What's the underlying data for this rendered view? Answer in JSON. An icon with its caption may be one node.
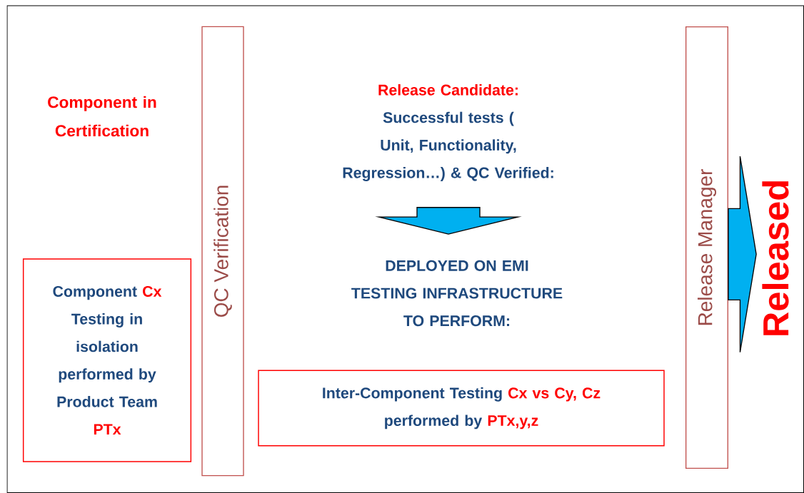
{
  "diagram": {
    "nodes": [
      {
        "text": [
          "Component",
          "Cx",
          "Testing in isolation performed by Product Team",
          "PTx"
        ]
      },
      {
        "text": [
          "QC Verification"
        ]
      },
      {
        "text": [
          "Release Candidate:",
          "Successful tests ( Unit, Functionality, Regression…) & QC Verified:"
        ]
      },
      {
        "text": [
          "DEPLOYED ON EMI TESTING INFRASTRUCTURE TO PERFORM:"
        ]
      },
      {
        "text": [
          "Inter-Component Testing",
          "Cx vs Cy, Cz",
          "performed by",
          "PTx,y,z"
        ]
      },
      {
        "text": [
          "Release Manager"
        ]
      },
      {
        "text": [
          "Released"
        ]
      }
    ],
    "edges": [
      {
        "from": 2,
        "to": 3,
        "arrow": "to"
      },
      {
        "from": 5,
        "to": 6,
        "arrow": "to"
      }
    ],
    "labels": [
      "Component in Certification"
    ]
  }
}
